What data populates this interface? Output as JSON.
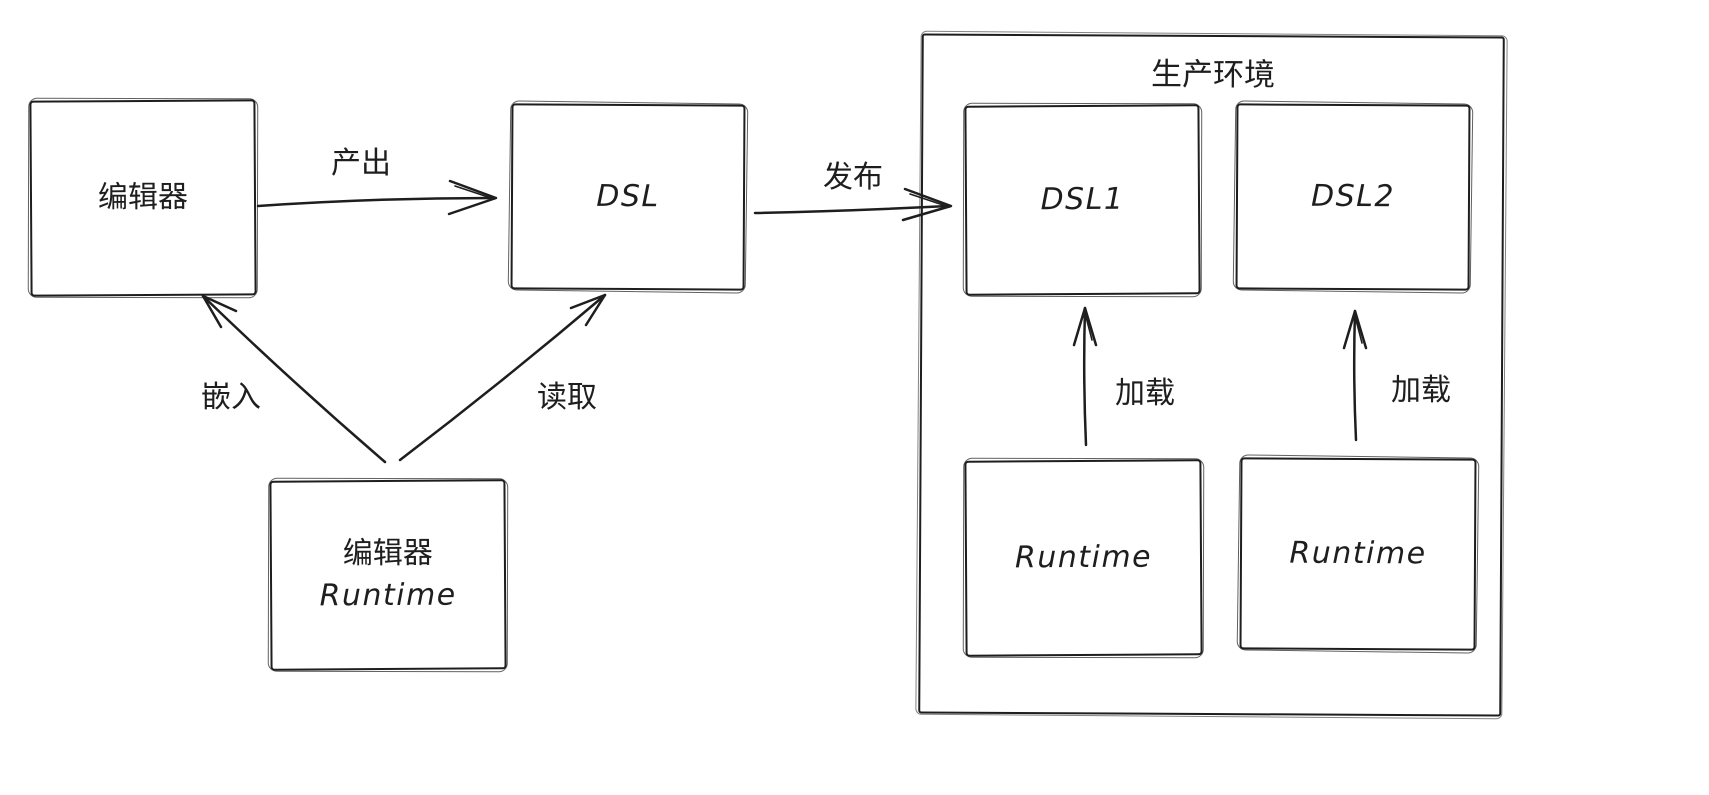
{
  "diagram": {
    "nodes": {
      "editor": {
        "label": "编辑器"
      },
      "dsl": {
        "label": "DSL"
      },
      "production": {
        "label": "生产环境"
      },
      "dsl1": {
        "label": "DSL1"
      },
      "dsl2": {
        "label": "DSL2"
      },
      "runtime1": {
        "label": "Runtime"
      },
      "runtime2": {
        "label": "Runtime"
      },
      "editor_runtime": {
        "line1": "编辑器",
        "line2": "Runtime"
      }
    },
    "edges": {
      "produce": {
        "label": "产出"
      },
      "publish": {
        "label": "发布"
      },
      "embed": {
        "label": "嵌入"
      },
      "read": {
        "label": "读取"
      },
      "load_left": {
        "label": "加载"
      },
      "load_right": {
        "label": "加载"
      }
    },
    "colors": {
      "stroke": "#1e1e1e",
      "background": "#ffffff"
    }
  }
}
